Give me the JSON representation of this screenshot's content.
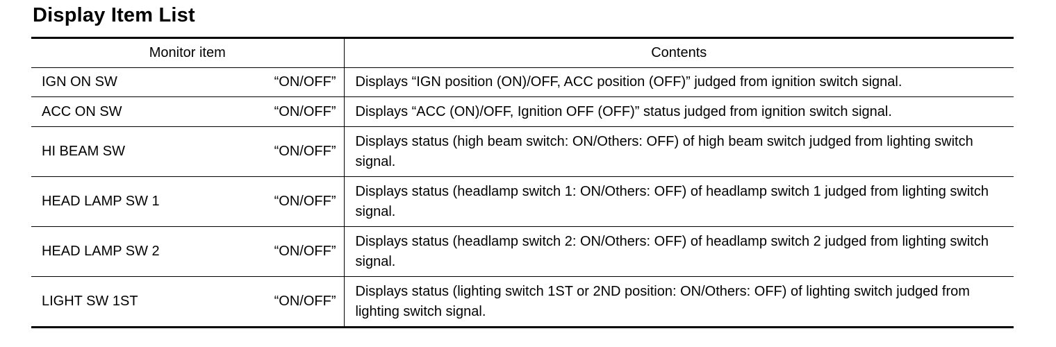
{
  "title": "Display Item List",
  "table": {
    "headers": {
      "monitor_item": "Monitor item",
      "contents": "Contents"
    },
    "rows": [
      {
        "item": "IGN ON SW",
        "value": "“ON/OFF”",
        "contents": "Displays “IGN position (ON)/OFF, ACC position (OFF)” judged from ignition switch signal."
      },
      {
        "item": "ACC ON SW",
        "value": "“ON/OFF”",
        "contents": "Displays “ACC (ON)/OFF, Ignition OFF (OFF)” status judged from ignition switch signal."
      },
      {
        "item": "HI BEAM SW",
        "value": "“ON/OFF”",
        "contents": "Displays status (high beam switch: ON/Others: OFF) of high beam switch judged from lighting switch signal."
      },
      {
        "item": "HEAD LAMP SW 1",
        "value": "“ON/OFF”",
        "contents": "Displays status (headlamp switch 1: ON/Others: OFF) of headlamp switch 1 judged from lighting switch signal."
      },
      {
        "item": "HEAD LAMP SW 2",
        "value": "“ON/OFF”",
        "contents": "Displays status (headlamp switch 2: ON/Others: OFF) of headlamp switch 2 judged from lighting switch signal."
      },
      {
        "item": "LIGHT SW 1ST",
        "value": "“ON/OFF”",
        "contents": "Displays status (lighting switch 1ST or 2ND position: ON/Others: OFF) of lighting switch judged from lighting switch signal."
      }
    ]
  }
}
